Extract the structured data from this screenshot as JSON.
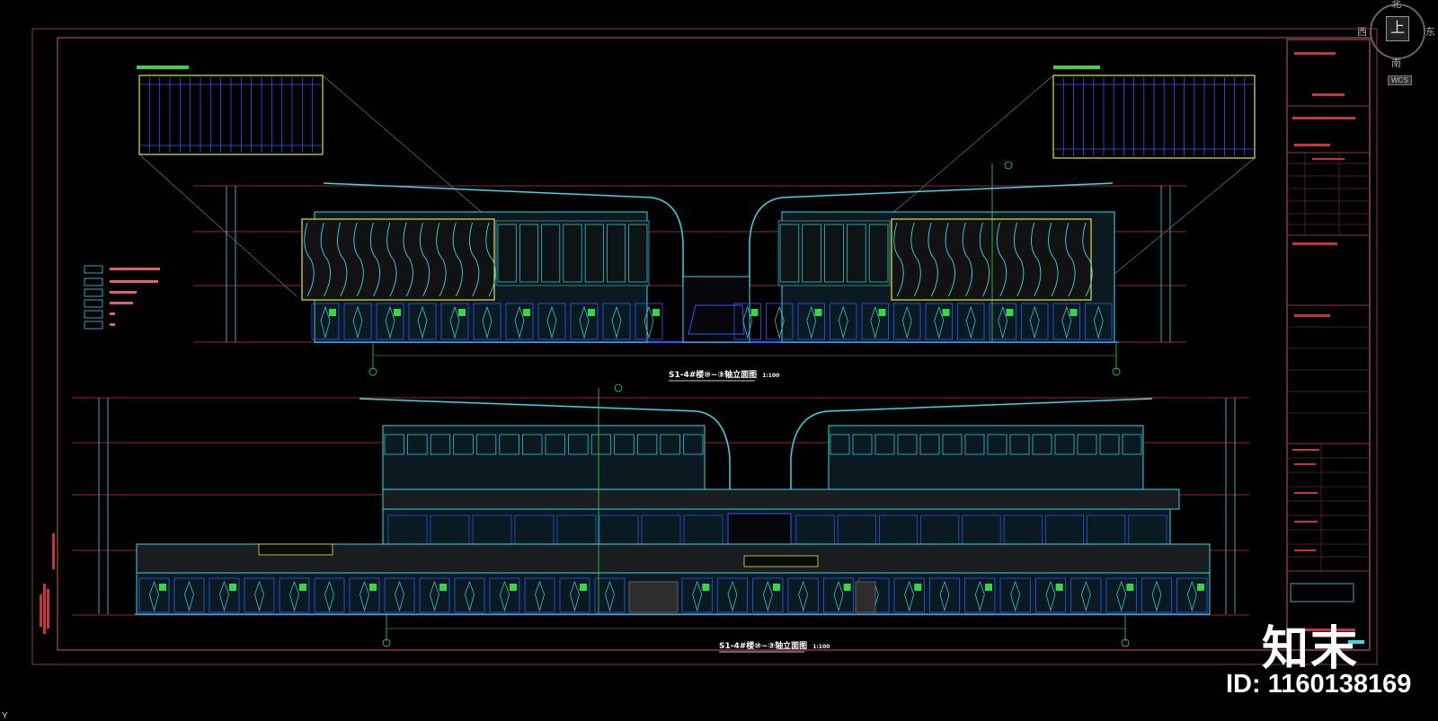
{
  "compass": {
    "north": "北",
    "south": "南",
    "west": "西",
    "east": "东",
    "center": "上",
    "wcs": "WCS"
  },
  "views": {
    "top_title": "S1-4#楼⑩~③轴立面图",
    "top_scale": "1:100",
    "bottom_title": "S1-4#楼⑩~③轴立面图",
    "bottom_scale": "1:100"
  },
  "watermark": {
    "logo": "知末",
    "id": "ID: 1160138169"
  },
  "colors": {
    "cyan": "#35d9e8",
    "red": "#c6343c",
    "yellow": "#e8e23a",
    "green": "#36d64a",
    "blue": "#2a5bff",
    "frame": "#8a3a3a"
  }
}
